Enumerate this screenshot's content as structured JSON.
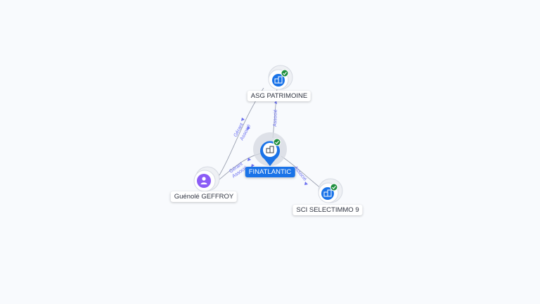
{
  "nodes": {
    "finatlantic": {
      "label": "FINATLANTIC",
      "type": "company",
      "verified": true
    },
    "asg_patrimoine": {
      "label": "ASG PATRIMOINE",
      "type": "company",
      "verified": true
    },
    "sci_selectimmo": {
      "label": "SCI SELECTIMMO 9",
      "type": "company",
      "verified": true
    },
    "guenole": {
      "label": "Guénolé GEFFROY",
      "type": "person",
      "verified": false
    }
  },
  "edges": {
    "guenole_asg": {
      "label_1": "Gérant",
      "label_2": "Associé"
    },
    "guenole_fin": {
      "label_1": "Gérant",
      "label_2": "Associé"
    },
    "fin_asg": {
      "label_1": "Associé"
    },
    "fin_sci": {
      "label_1": "Associé"
    }
  },
  "colors": {
    "company": "#1a73e8",
    "person": "#8b5cf6",
    "verified": "#1e8e3e",
    "edge": "#9aa0b0",
    "edge_label": "#6a6ff0"
  },
  "icons": {
    "company": "building-icon",
    "person": "person-icon",
    "verified": "check-badge-icon"
  }
}
